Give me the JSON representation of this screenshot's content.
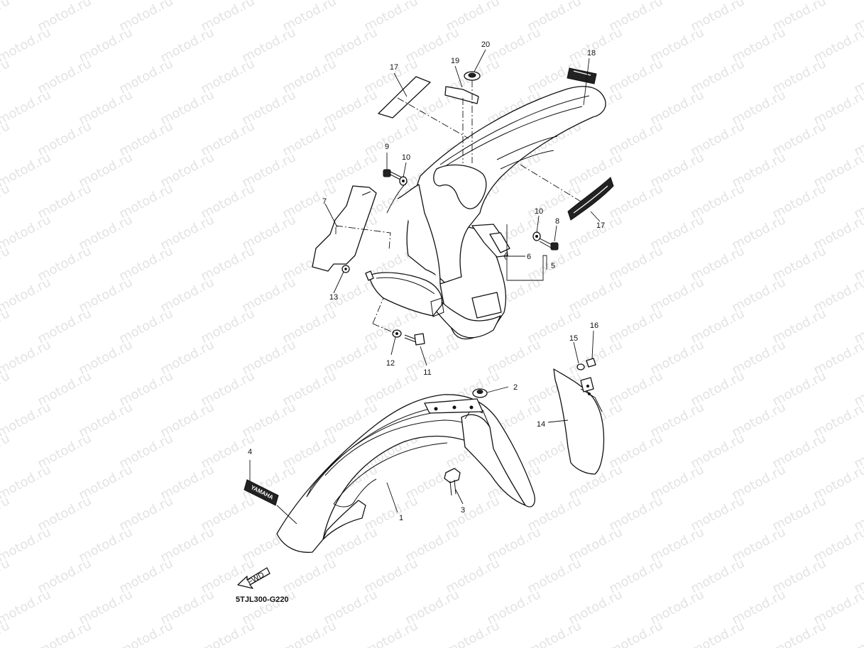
{
  "watermark": {
    "text": "motod.ru"
  },
  "diagram": {
    "code": "5TJL300-G220",
    "fwd_label": "FWD",
    "decal_brand": "YAMAHA",
    "callouts": {
      "c1": "1",
      "c2": "2",
      "c3": "3",
      "c4": "4",
      "c5": "5",
      "c6": "6",
      "c7": "7",
      "c8": "8",
      "c9": "9",
      "c10a": "10",
      "c10b": "10",
      "c11": "11",
      "c12": "12",
      "c13": "13",
      "c14": "14",
      "c15": "15",
      "c16": "16",
      "c17a": "17",
      "c17b": "17",
      "c18": "18",
      "c19": "19",
      "c20": "20"
    }
  }
}
